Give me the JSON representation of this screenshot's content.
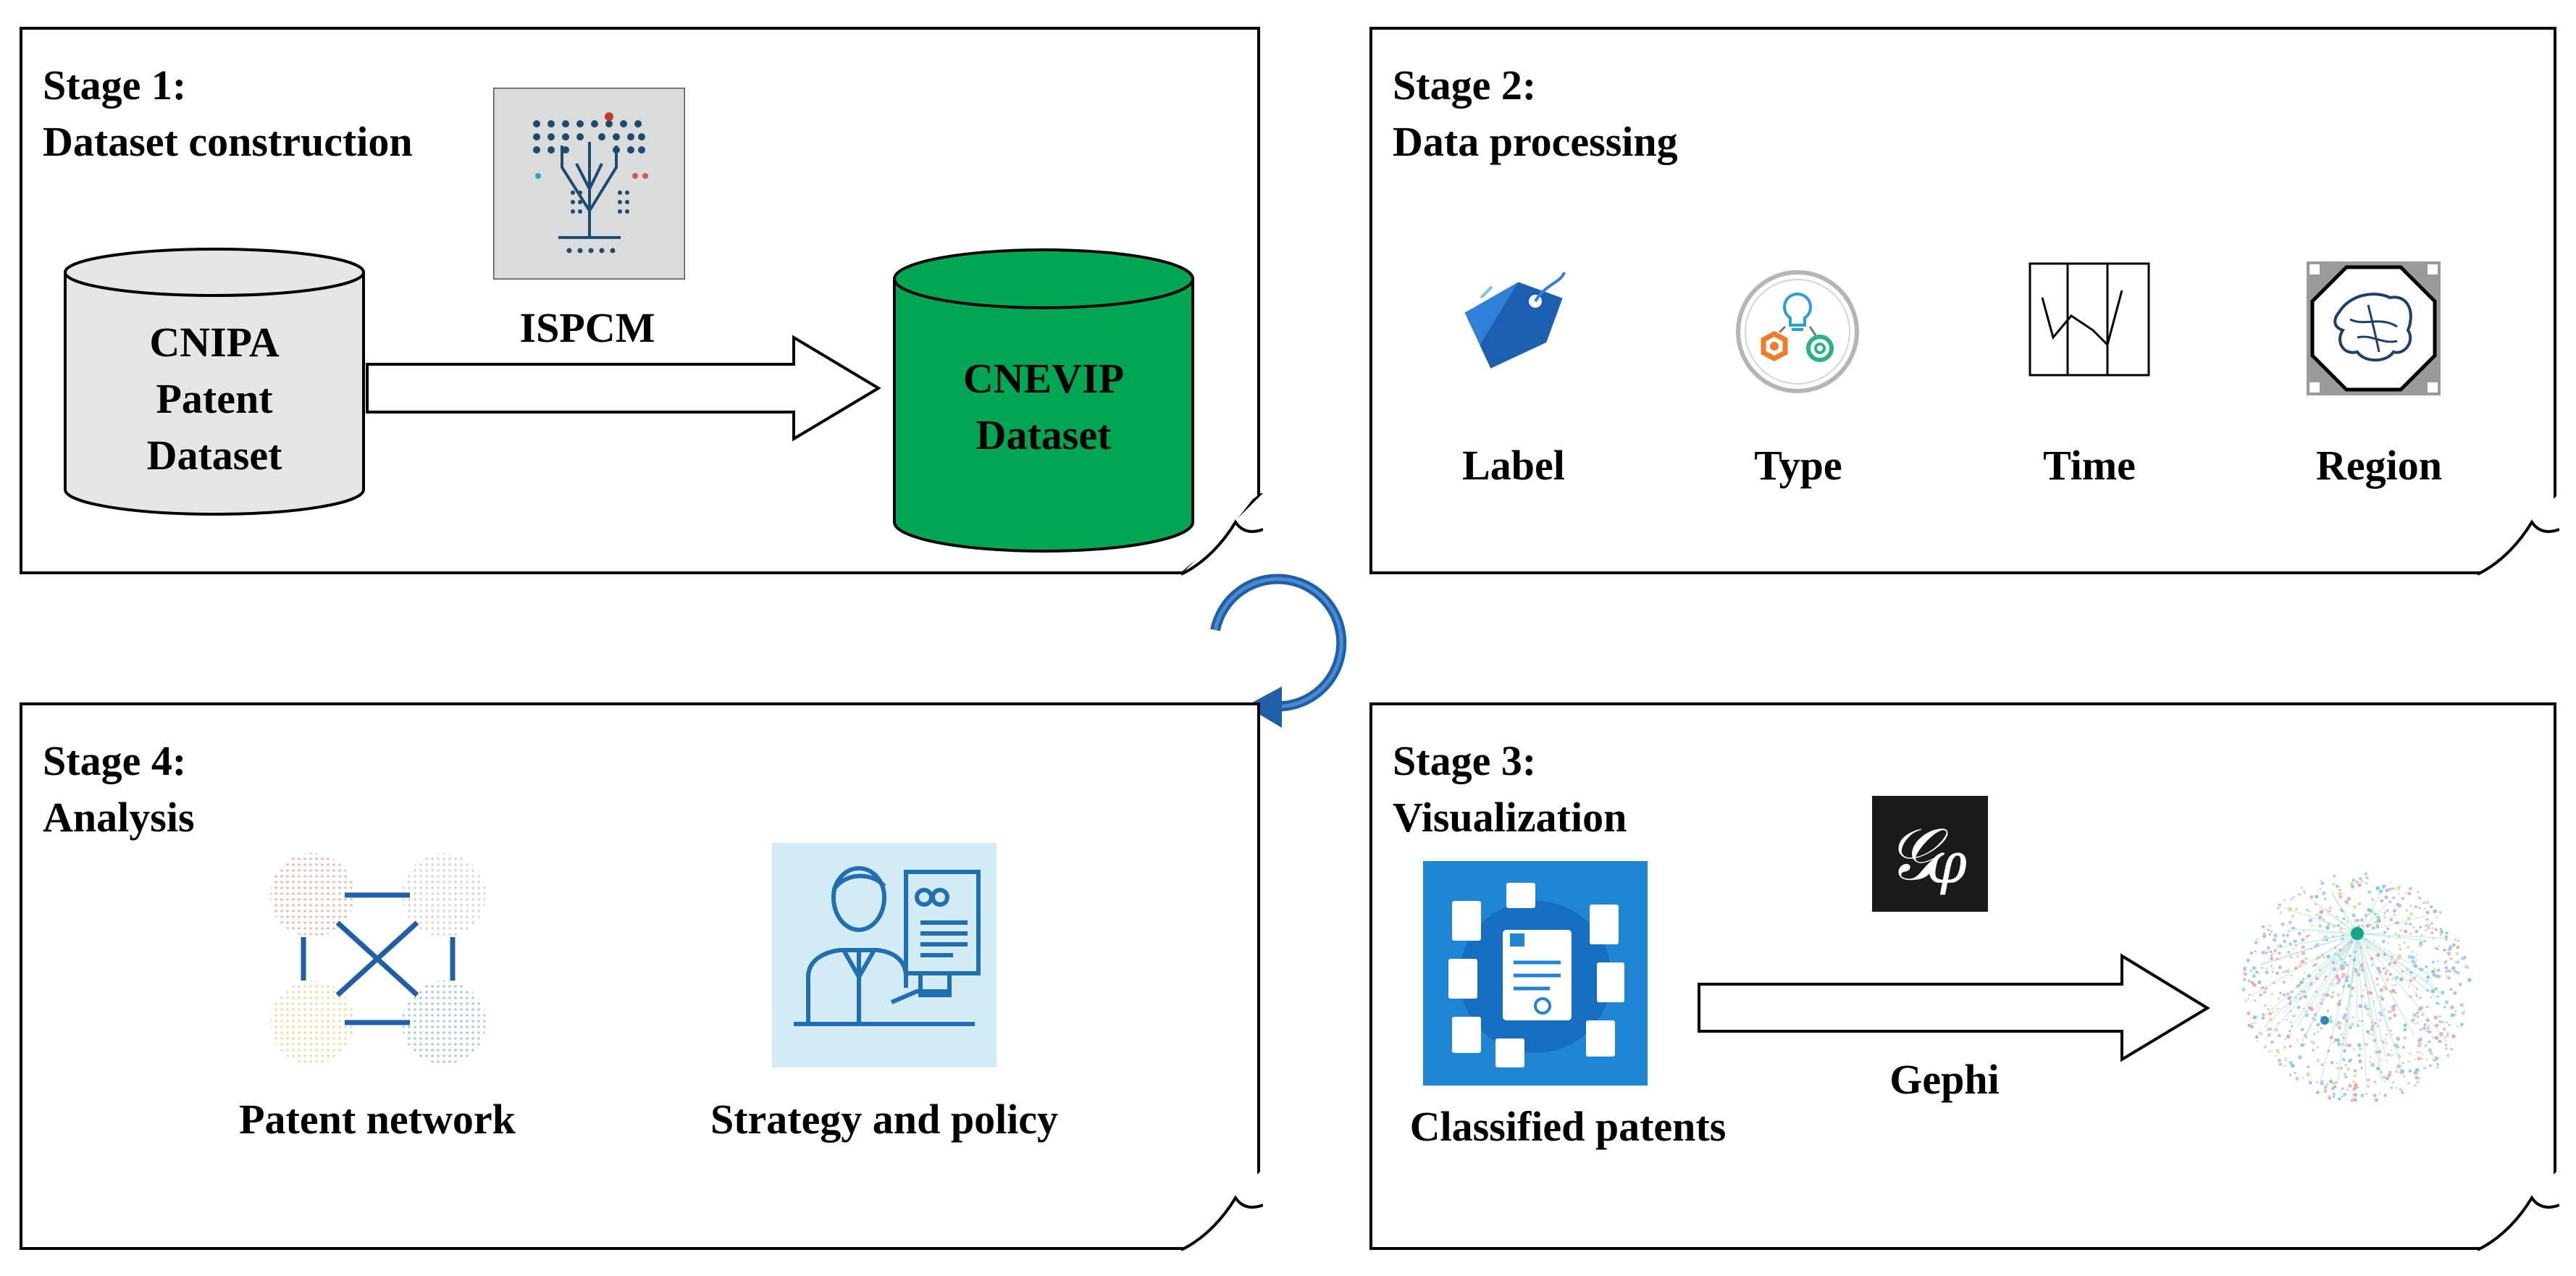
{
  "stage1": {
    "title": "Stage 1:",
    "subtitle": "Dataset construction",
    "source_line1": "CNIPA",
    "source_line2": "Patent",
    "source_line3": "Dataset",
    "method": "ISPCM",
    "target_line1": "CNEVIP",
    "target_line2": "Dataset",
    "target_color": "#00a651"
  },
  "stage2": {
    "title": "Stage 2:",
    "subtitle": "Data processing",
    "items": [
      "Label",
      "Type",
      "Time",
      "Region"
    ]
  },
  "stage3": {
    "title": "Stage 3:",
    "subtitle": "Visualization",
    "input_label": "Classified patents",
    "tool_label": "Gephi"
  },
  "stage4": {
    "title": "Stage 4:",
    "subtitle": "Analysis",
    "item1": "Patent network",
    "item2": "Strategy and policy"
  },
  "cycle_arrow_color": "#1f5fa8",
  "icons": [
    "tree-network-icon",
    "tag-icon",
    "gear-bulb-icon",
    "line-chart-icon",
    "map-region-icon",
    "document-icon",
    "gephi-logo-icon",
    "network-graph-icon",
    "node-network-icon",
    "presenter-icon",
    "cycle-arrow-icon"
  ]
}
